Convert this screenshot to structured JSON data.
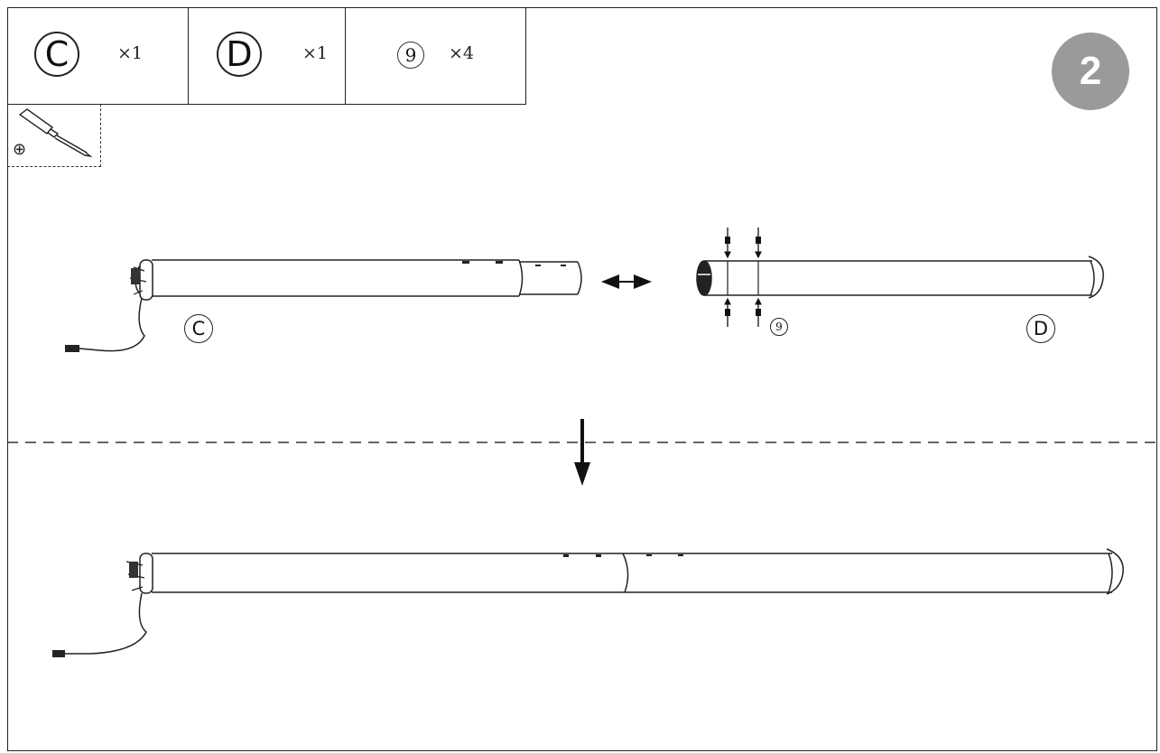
{
  "parts": [
    {
      "id": "C",
      "quantity": "×1"
    },
    {
      "id": "D",
      "quantity": "×1"
    },
    {
      "id": "9",
      "quantity": "×4"
    }
  ],
  "step_number": "2",
  "tool": {
    "symbol": "⊕",
    "icon": "phillips-screwdriver-icon"
  },
  "diagram_labels": {
    "tube_c": "C",
    "tube_d": "D",
    "screw": "9"
  },
  "colors": {
    "line": "#222222",
    "step_badge": "#9a9a9a"
  }
}
